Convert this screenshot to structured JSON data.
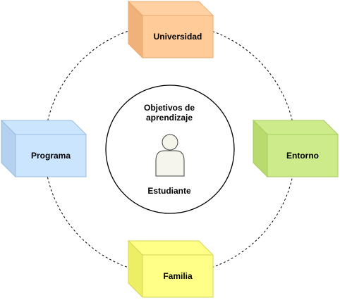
{
  "diagram": {
    "center": {
      "title_line1": "Objetivos de",
      "title_line2": "aprendizaje",
      "person_label": "Estudiante"
    },
    "nodes": [
      {
        "id": "top",
        "label": "Universidad",
        "fill": "#ffcc99",
        "stroke": "#e8a96a"
      },
      {
        "id": "right",
        "label": "Entorno",
        "fill": "#cdeb8b",
        "stroke": "#a6cc5c"
      },
      {
        "id": "bottom",
        "label": "Familia",
        "fill": "#ffff88",
        "stroke": "#d6d656"
      },
      {
        "id": "left",
        "label": "Programa",
        "fill": "#cce5ff",
        "stroke": "#99bce0"
      }
    ]
  },
  "colors": {
    "outer_ring": "#000000",
    "person_fill": "#f5f5ec",
    "person_stroke": "#444444"
  }
}
